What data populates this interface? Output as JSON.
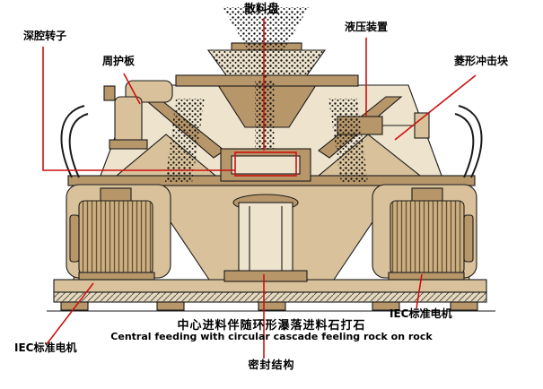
{
  "labels": {
    "scatter_disc": "散料盘",
    "hydraulic_device": "液压装置",
    "deep_cavity_rotor": "深腔转子",
    "peripheral_guard_plate": "周护板",
    "rhombic_impact_block": "菱形冲击块",
    "iec_motor_left": "IEC标准电机",
    "iec_motor_right": "IEC标准电机",
    "seal_structure": "密封结构"
  },
  "caption": {
    "cn": "中心进料伴随环形瀑落进料石打石",
    "en": "Central feeding with circular cascade feeling rock on rock"
  },
  "colors": {
    "leader_line": "#cc1111",
    "machine_tan": "#d9c29b",
    "machine_dark": "#b7976a",
    "machine_cream": "#eee3cc",
    "outline_ink": "#1a1a1a",
    "background": "#ffffff"
  }
}
